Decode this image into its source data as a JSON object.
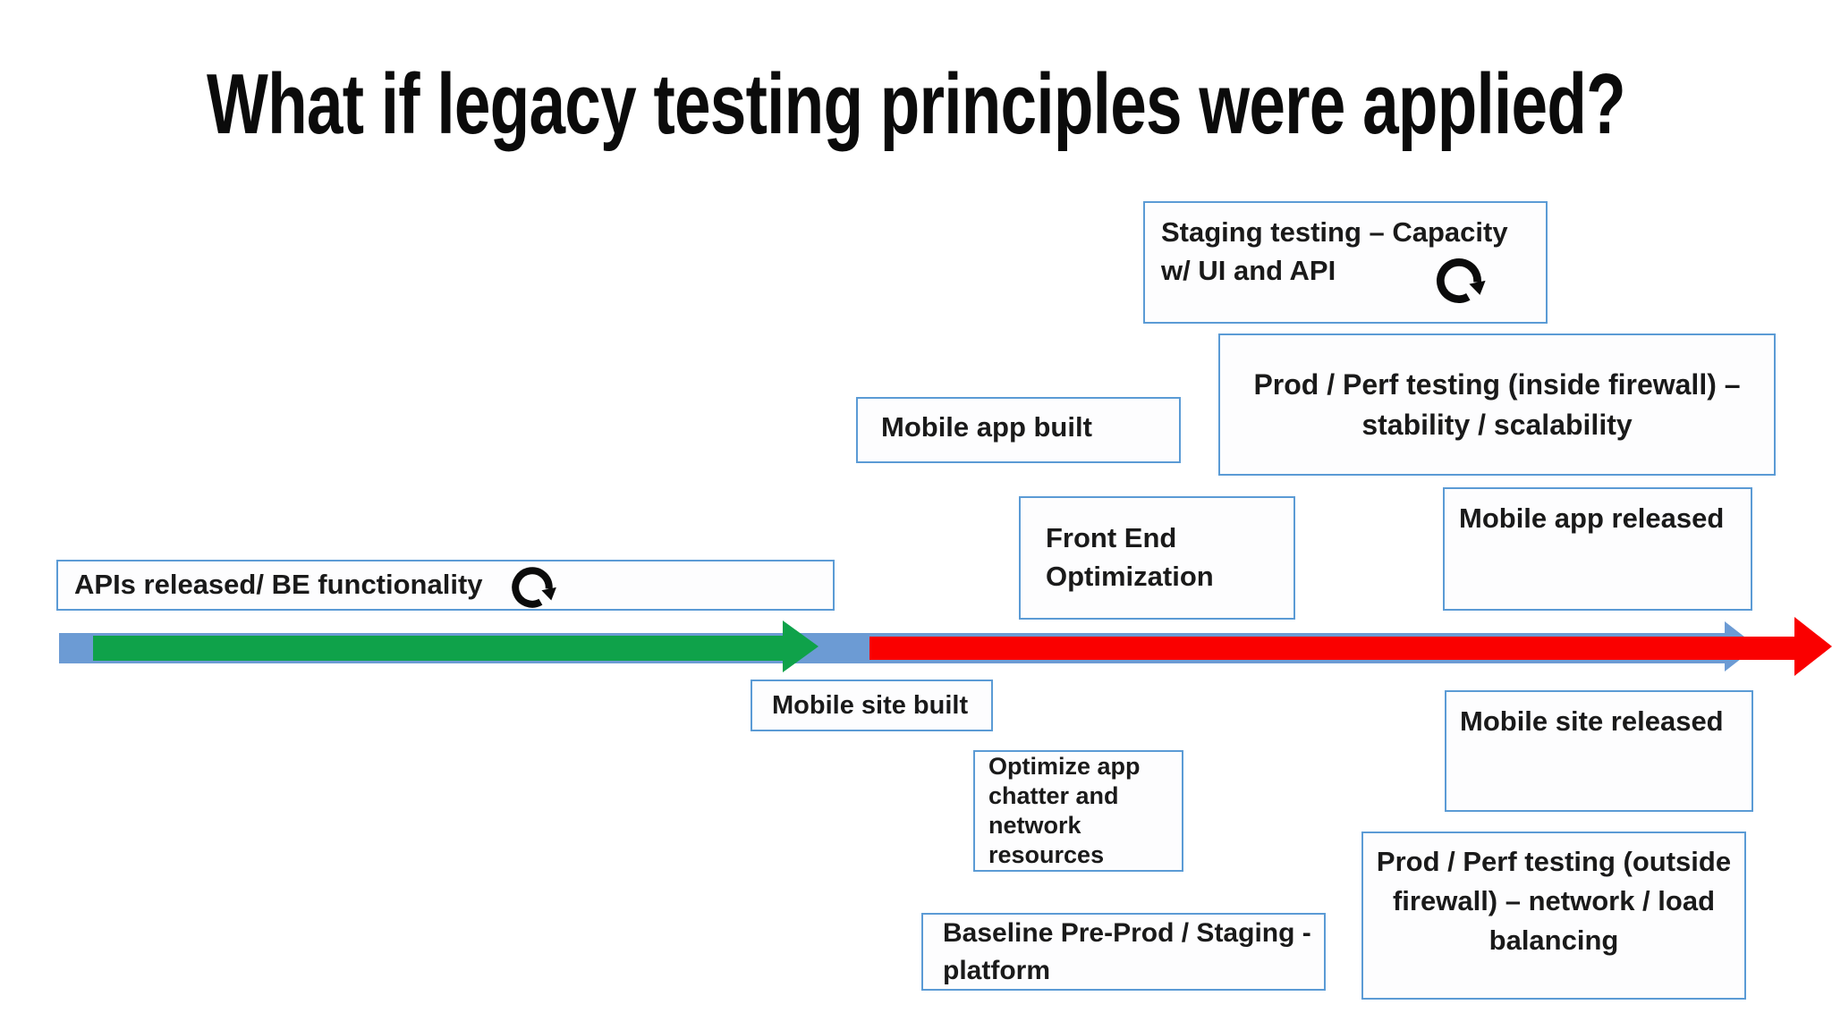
{
  "slide": {
    "title": "What if legacy testing principles were applied?"
  },
  "boxes": {
    "staging_testing": {
      "label": "Staging testing – Capacity\nw/ UI and API",
      "icon": "circular-arrow"
    },
    "prod_perf_inside": {
      "label": "Prod / Perf testing (inside firewall) –\nstability / scalability"
    },
    "mobile_app_built": {
      "label": "Mobile app built"
    },
    "front_end_optimization": {
      "label": "Front End\nOptimization"
    },
    "mobile_app_released": {
      "label": "Mobile app released"
    },
    "apis_released": {
      "label": "APIs released/ BE functionality",
      "icon": "circular-arrow"
    },
    "mobile_site_built": {
      "label": "Mobile site built"
    },
    "optimize_app": {
      "label": "Optimize app\nchatter and\nnetwork resources"
    },
    "baseline_preprod": {
      "label": "Baseline Pre-Prod / Staging -\nplatform"
    },
    "mobile_site_released": {
      "label": "Mobile site released"
    },
    "prod_perf_outside": {
      "label": "Prod / Perf testing (outside\nfirewall) – network / load\nbalancing"
    }
  },
  "timeline": {
    "segments": [
      {
        "name": "base",
        "color": "#6C9BD4"
      },
      {
        "name": "build-phase",
        "color": "#0FA24A"
      },
      {
        "name": "release-phase",
        "color": "#FA0000"
      }
    ],
    "box_border_color": "#5B9BD5"
  }
}
